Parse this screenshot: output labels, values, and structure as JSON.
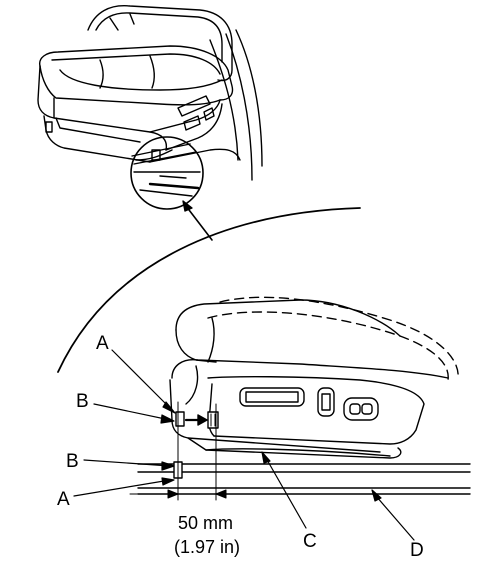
{
  "callouts": {
    "a_upper": "A",
    "b_upper": "B",
    "b_lower": "B",
    "a_lower": "A",
    "c": "C",
    "d": "D"
  },
  "measurement": {
    "metric": "50 mm",
    "imperial": "(1.97 in)"
  }
}
